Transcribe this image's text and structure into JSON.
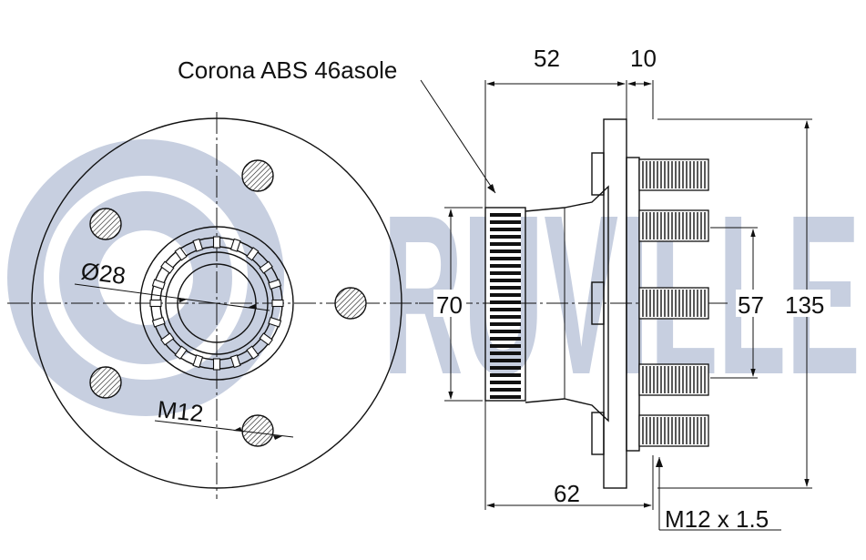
{
  "watermark": {
    "text": "RUVILLE",
    "color": "#c7cfe0"
  },
  "labels": {
    "abs_ring": "Corona ABS 46asole",
    "bore_diameter": "Ø28",
    "bolt_thread_front": "M12",
    "dim_52": "52",
    "dim_10": "10",
    "dim_70": "70",
    "dim_57": "57",
    "dim_135": "135",
    "dim_62": "62",
    "bolt_thread_side": "M12 x 1.5"
  }
}
